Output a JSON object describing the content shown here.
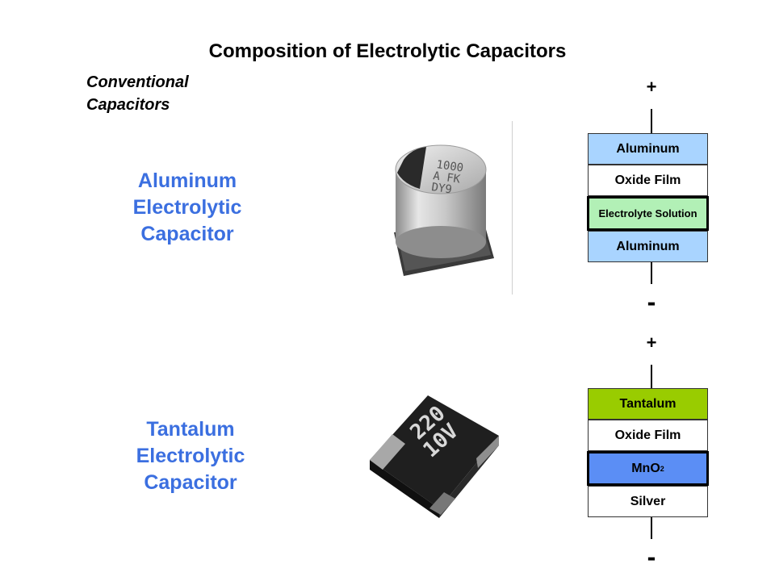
{
  "slide": {
    "title": "Composition of Electrolytic Capacitors",
    "subtitle_line1": "Conventional",
    "subtitle_line2": "Capacitors"
  },
  "aluminum": {
    "label_line1": "Aluminum",
    "label_line2": "Electrolytic",
    "label_line3": "Capacitor",
    "label_color": "#3b6fe0",
    "plus": "+",
    "minus": "-",
    "body_marking_line1": "1000",
    "body_marking_line2": "A FK",
    "body_marking_line3": "DY9",
    "layers": [
      "Aluminum",
      "Oxide Film",
      "Electrolyte Solution",
      "Aluminum"
    ],
    "layer_colors": [
      "#a9d4ff",
      "#ffffff",
      "#b2f0b6",
      "#a9d4ff"
    ]
  },
  "tantalum": {
    "label_line1": "Tantalum",
    "label_line2": "Electrolytic",
    "label_line3": "Capacitor",
    "label_color": "#3b6fe0",
    "plus": "+",
    "minus": "-",
    "body_marking_line1": "220",
    "body_marking_line2": "10V",
    "layers": [
      "Tantalum",
      "Oxide Film",
      "MnO",
      "Silver"
    ],
    "mno2_subscript": "2",
    "layer_colors": [
      "#99cc00",
      "#ffffff",
      "#5b8ef5",
      "#ffffff"
    ]
  }
}
